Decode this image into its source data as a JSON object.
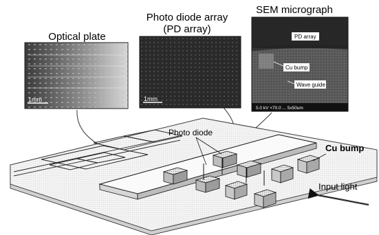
{
  "panels": {
    "optical_plate": {
      "title": "Optical plate",
      "scale": "1mm"
    },
    "pd_array": {
      "title_line1": "Photo diode array",
      "title_line2": "(PD array)",
      "scale": "1mm"
    },
    "sem": {
      "title": "SEM micrograph",
      "label_pd_array": "PD array",
      "label_cu_bump": "Cu bump",
      "label_wave_guide": "Wave guide",
      "footer": "5.0 kV ×70.0 ... 5x50um"
    }
  },
  "diagram": {
    "label_photo_diode": "Photo diode",
    "label_cu_bump": "Cu bump",
    "label_input_light": "Input light"
  }
}
